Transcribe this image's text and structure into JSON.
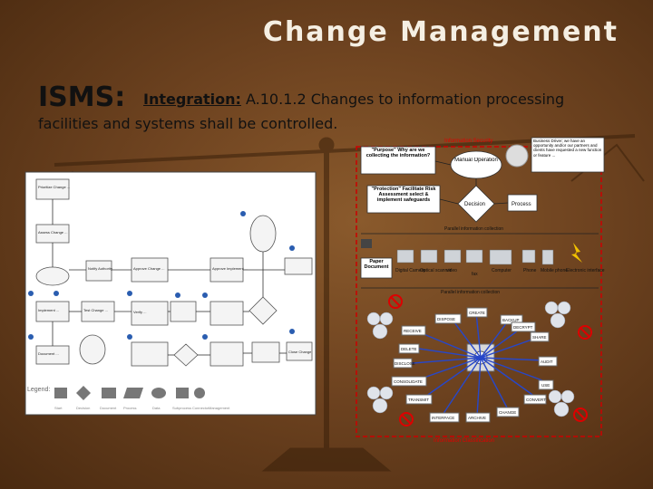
{
  "slide": {
    "title": "Change Management",
    "isms": "ISMS:",
    "integration": "Integration:",
    "subtitle_rest": " A.10.1.2 Changes to information processing",
    "line2": "facilities and systems shall be controlled."
  },
  "flowchart": {
    "nodes": [
      {
        "label": "Prioritize Change ..."
      },
      {
        "label": "Assess Change ..."
      },
      {
        "label": "Notify Authority"
      },
      {
        "label": "Approve Change ..."
      },
      {
        "label": "Approve Implement ..."
      },
      {
        "label": "Implement ..."
      },
      {
        "label": "Test Change ..."
      },
      {
        "label": "Verify ..."
      },
      {
        "label": "Document ..."
      },
      {
        "label": "Close Change"
      }
    ],
    "legend_label": "Legend:",
    "legend_items": [
      "Start",
      "Decision",
      "Document",
      "Process",
      "Data",
      "Subprocess",
      "Connector",
      "Management"
    ]
  },
  "right_panel": {
    "info_security": "Information Security",
    "purpose": "\"Purpose\" Why are we collecting the information?",
    "manual_operation": "Manual Operation",
    "business_driver": "Business Driver; we have an opportunity and/or our partners and clients have requested a new function or feature ...",
    "protection": "\"Protection\" Facilitate Risk Assessment select & implement safeguards",
    "decision": "Decision",
    "process": "Process",
    "parallel_1": "Parallel information collection",
    "paper_document": "Paper Document",
    "devices": [
      "Digital Camera",
      "Optical scanner",
      "video",
      "fax",
      "Computer",
      "Phone",
      "Mobile phone",
      "Electronic interface"
    ],
    "parallel_2": "Parallel information collection",
    "actions": [
      "DISPOSE",
      "CREATE",
      "DELETE",
      "SHARE",
      "DISCLOSE",
      "AUDIT",
      "CHANGE",
      "CONSOLIDATE",
      "USE",
      "ARCHIVE",
      "INTERFACE",
      "TRANSMIT",
      "RECEIVE",
      "CONVERT",
      "BACKUP",
      "DECRYPT"
    ],
    "footer": "Information Classification"
  }
}
